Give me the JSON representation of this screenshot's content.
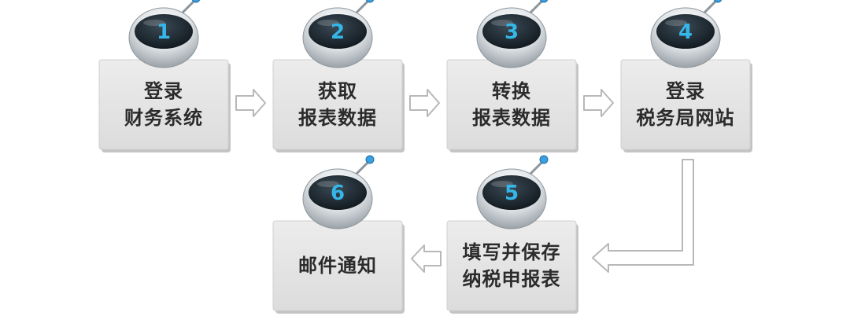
{
  "colors": {
    "box_face": "#e6e6e6",
    "box_shadow": "#c4c4c4",
    "robot_dark": "#1e2a33",
    "robot_silver": "#d9dde0",
    "digit": "#35b6e8",
    "arrow_fill": "#ffffff",
    "arrow_stroke": "#b8b8b8",
    "antenna_ball": "#3aa0df"
  },
  "steps": [
    {
      "number": "1",
      "line1": "登录",
      "line2": "财务系统"
    },
    {
      "number": "2",
      "line1": "获取",
      "line2": "报表数据"
    },
    {
      "number": "3",
      "line1": "转换",
      "line2": "报表数据"
    },
    {
      "number": "4",
      "line1": "登录",
      "line2": "税务局网站"
    },
    {
      "number": "5",
      "line1": "填写并保存",
      "line2": "纳税申报表"
    },
    {
      "number": "6",
      "line1": "邮件通知",
      "line2": ""
    }
  ],
  "connectors": [
    {
      "from": "1",
      "to": "2",
      "icon": "right-arrow-icon"
    },
    {
      "from": "2",
      "to": "3",
      "icon": "right-arrow-icon"
    },
    {
      "from": "3",
      "to": "4",
      "icon": "right-arrow-icon"
    },
    {
      "from": "4",
      "to": "5",
      "icon": "elbow-arrow-icon"
    },
    {
      "from": "5",
      "to": "6",
      "icon": "left-arrow-icon"
    }
  ]
}
